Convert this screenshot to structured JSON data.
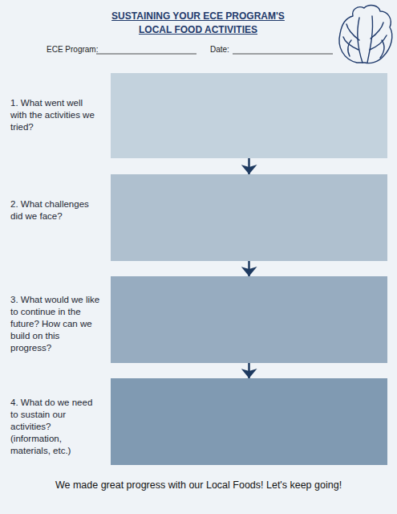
{
  "diagram": {
    "title": "SUSTAINING YOUR ECE PROGRAM'S LOCAL FOOD ACTIVITIES",
    "caption": "We made great progress with our Local Foods! Let's keep going!",
    "nodes": [
      {
        "text": [
          "1. What went well with the activities we tried?"
        ]
      },
      {
        "text": [
          "2. What challenges did we face?"
        ]
      },
      {
        "text": [
          "3. What would we like to continue in the future? How can we build on this progress?"
        ]
      },
      {
        "text": [
          "4. What do we need to sustain our activities? (information, materials, etc.)"
        ]
      }
    ],
    "edges": [
      {
        "from": 0,
        "to": 1,
        "arrow": "to"
      },
      {
        "from": 1,
        "to": 2,
        "arrow": "to"
      },
      {
        "from": 2,
        "to": 3,
        "arrow": "to"
      }
    ],
    "labels": [
      "ECE Program:",
      "Date:"
    ]
  }
}
